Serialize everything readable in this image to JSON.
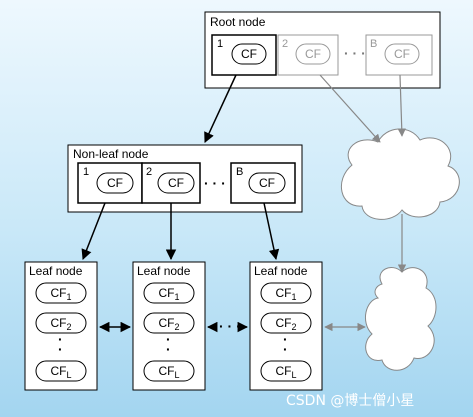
{
  "root_node": {
    "title": "Root node",
    "entries": [
      {
        "index": "1",
        "label": "CF"
      },
      {
        "index": "2",
        "label": "CF"
      },
      {
        "index": "B",
        "label": "CF"
      }
    ],
    "ellipsis": "· · ·"
  },
  "non_leaf_node": {
    "title": "Non-leaf node",
    "entries": [
      {
        "index": "1",
        "label": "CF"
      },
      {
        "index": "2",
        "label": "CF"
      },
      {
        "index": "B",
        "label": "CF"
      }
    ],
    "ellipsis": "· · ·"
  },
  "leaf_nodes": [
    {
      "title": "Leaf node"
    },
    {
      "title": "Leaf node"
    },
    {
      "title": "Leaf node"
    }
  ],
  "leaf_entries": {
    "prefix": "CF",
    "subscripts": [
      "1",
      "2",
      "L"
    ],
    "vertical_dots": "·"
  },
  "between_leaves_ellipsis": "· · ·",
  "watermark": "CSDN @博士僧小星",
  "colors": {
    "background_top": "#e9f5fd",
    "background_bottom": "#9fd3ef",
    "active_line": "#000000",
    "inactive_line": "#888888",
    "inactive_text": "#999999"
  }
}
